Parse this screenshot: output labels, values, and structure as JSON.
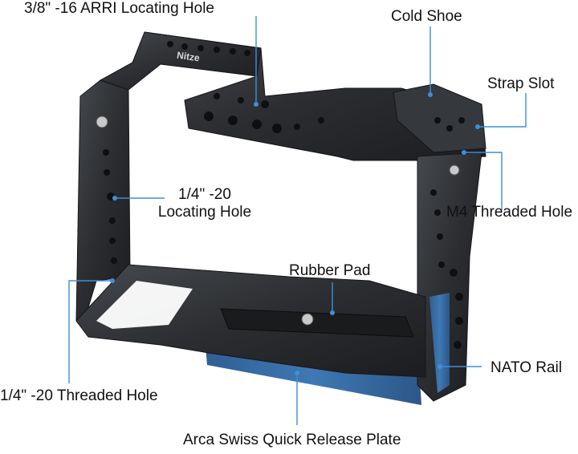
{
  "brand_engraving": "Nitze",
  "callouts": {
    "arri_hole": "3/8\" -16 ARRI Locating Hole",
    "cold_shoe": "Cold Shoe",
    "strap_slot": "Strap Slot",
    "locating_hole_line1": "1/4\" -20",
    "locating_hole_line2": "Locating Hole",
    "m4_hole": "M4 Threaded Hole",
    "rubber_pad": "Rubber Pad",
    "nato_rail": "NATO Rail",
    "threaded_hole": "1/4\" -20 Threaded Hole",
    "arca_plate": "Arca Swiss Quick Release Plate"
  },
  "colors": {
    "cage_metal": "#2b2d30",
    "cage_highlight": "#4a4d52",
    "accent_blue": "#3a6ea5",
    "leader_line": "#3f8fd6"
  }
}
